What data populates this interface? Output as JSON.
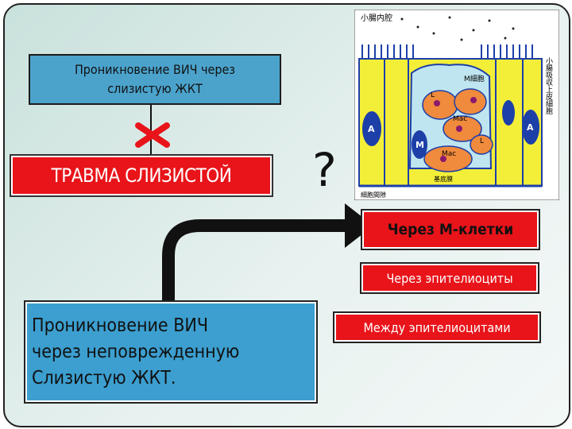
{
  "top_box": {
    "line1": "Проникновение ВИЧ через",
    "line2": "слизистую ЖКТ"
  },
  "trauma_box": "ТРАВМА СЛИЗИСТОЙ",
  "bottom_box": {
    "line1": "Проникновение ВИЧ",
    "line2": "через неповрежденную",
    "line3": "Слизистую ЖКТ."
  },
  "question_mark": "?",
  "routes": {
    "m_cells": "Через М-клетки",
    "epithelial": "Через эпителиоциты",
    "between": "Между эпителиоцитами"
  },
  "diagram": {
    "title_label": "小腸内腔",
    "m_cell_label": "M細胞",
    "side_label": "小腸吸収上皮細胞",
    "letter_A": "A",
    "letter_L": "L",
    "letter_M": "M",
    "mac_label": "Mac",
    "bottom_label1": "細胞間隙",
    "bottom_label2": "基底膜"
  },
  "colors": {
    "red": "#e8141a",
    "blue": "#4ba3cc",
    "background": "#d7e9e6",
    "diagram_yellow": "#f3ef38",
    "diagram_blue": "#1d3fa8"
  }
}
